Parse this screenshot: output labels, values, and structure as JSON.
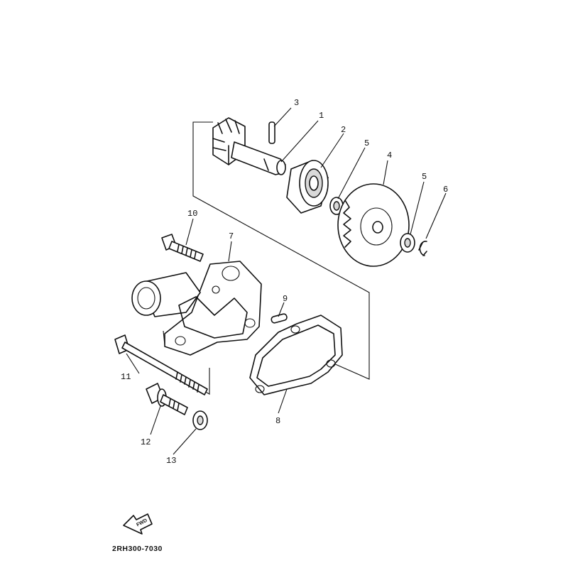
{
  "diagram": {
    "part_code": "2RH300-7030",
    "fwd_label": "FWD",
    "callouts": {
      "c1": "1",
      "c2": "2",
      "c3": "3",
      "c4": "4",
      "c5a": "5",
      "c5b": "5",
      "c6": "6",
      "c7": "7",
      "c8": "8",
      "c9": "9",
      "c10": "10",
      "c11": "11",
      "c12": "12",
      "c13": "13"
    }
  }
}
